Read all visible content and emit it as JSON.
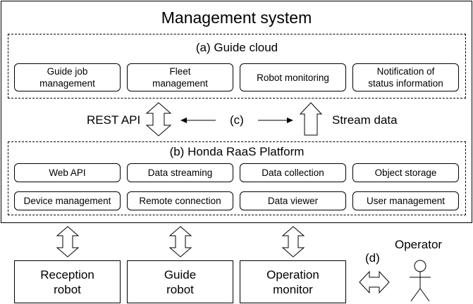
{
  "title": "Management system",
  "guide_cloud": {
    "title": "(a) Guide cloud",
    "items": [
      {
        "line1": "Guide job",
        "line2": "management"
      },
      {
        "line1": "Fleet",
        "line2": "management"
      },
      {
        "line1": "Robot monitoring",
        "line2": ""
      },
      {
        "line1": "Notification of",
        "line2": "status information"
      }
    ]
  },
  "link": {
    "rest_api": "REST API",
    "label": "(c)",
    "stream_data": "Stream data"
  },
  "raas": {
    "title": "(b) Honda RaaS Platform",
    "row1": [
      "Web API",
      "Data streaming",
      "Data collection",
      "Object storage"
    ],
    "row2": [
      "Device management",
      "Remote connection",
      "Data viewer",
      "User management"
    ]
  },
  "devices": [
    {
      "line1": "Reception",
      "line2": "robot"
    },
    {
      "line1": "Guide",
      "line2": "robot"
    },
    {
      "line1": "Operation",
      "line2": "monitor"
    }
  ],
  "operator": {
    "label": "Operator",
    "link_label": "(d)"
  }
}
